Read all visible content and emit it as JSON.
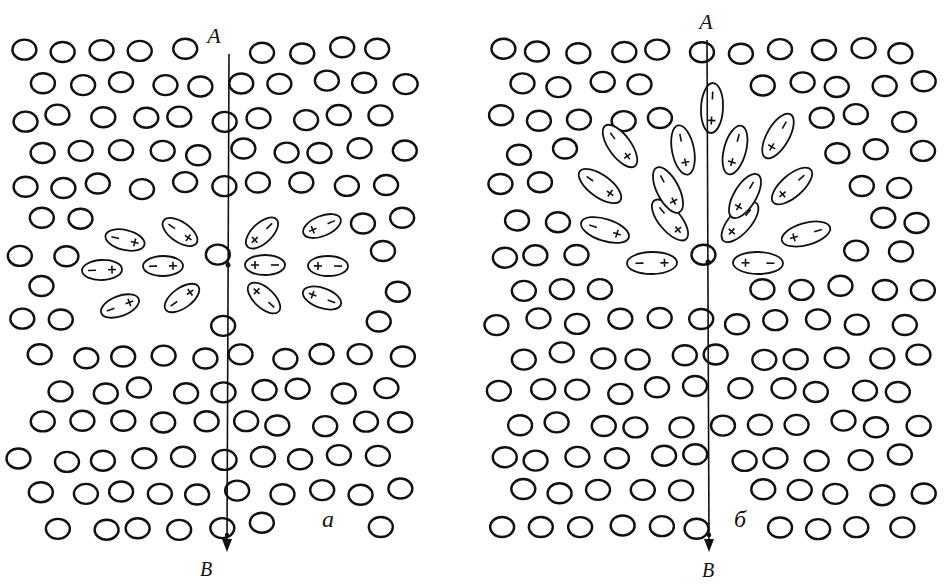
{
  "diagram": {
    "labels": [
      "A",
      "B",
      "а",
      "A",
      "B",
      "б"
    ]
  }
}
